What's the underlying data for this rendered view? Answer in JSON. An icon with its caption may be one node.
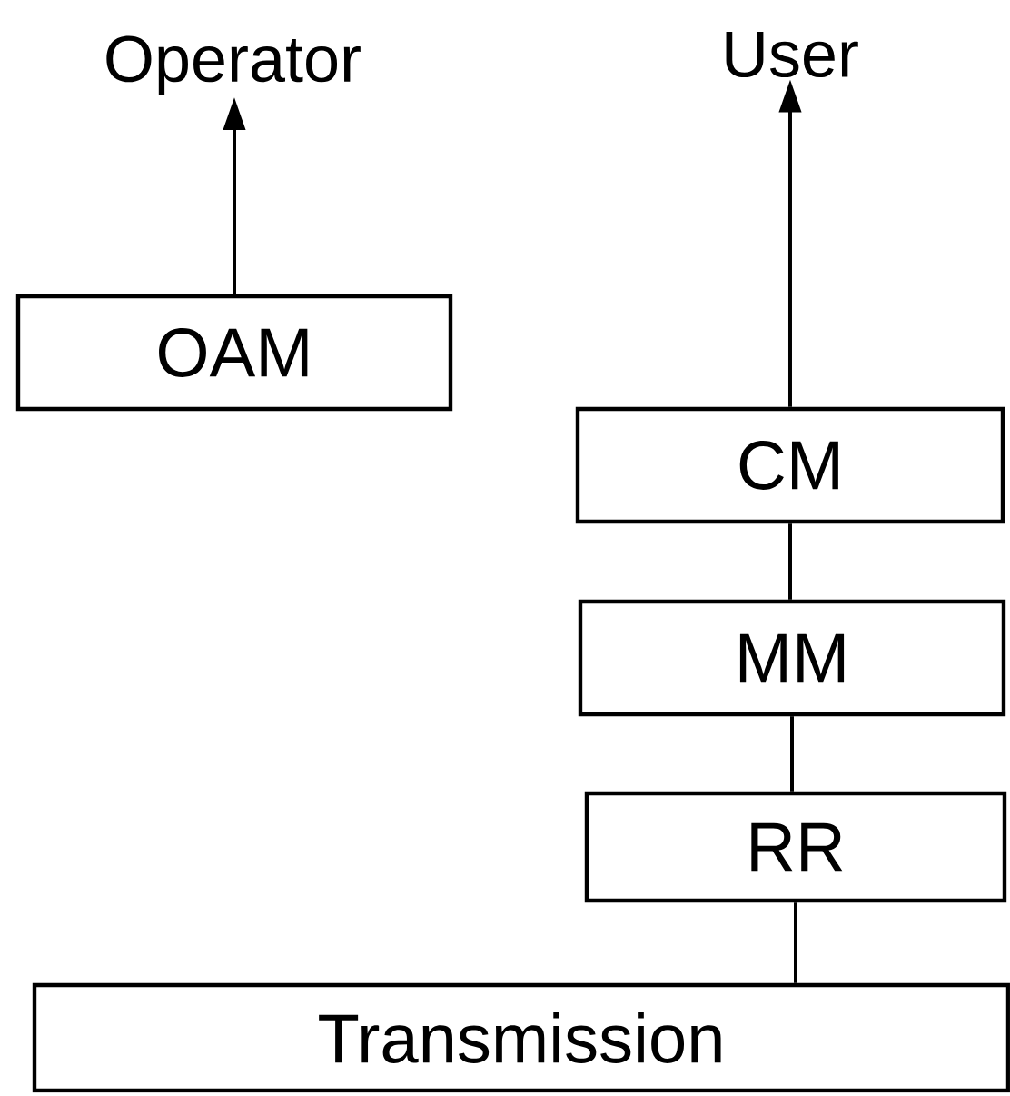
{
  "diagram": {
    "nodes": [
      {
        "text": [
          "Operator"
        ]
      },
      {
        "text": [
          "User"
        ]
      },
      {
        "text": [
          "OAM"
        ]
      },
      {
        "text": [
          "CM"
        ]
      },
      {
        "text": [
          "MM"
        ]
      },
      {
        "text": [
          "RR"
        ]
      },
      {
        "text": [
          "Transmission"
        ]
      }
    ],
    "edges": [
      {
        "from": 2,
        "to": 0,
        "arrow": "to"
      },
      {
        "from": 3,
        "to": 1,
        "arrow": "to"
      },
      {
        "from": 3,
        "to": 4,
        "arrow": "none"
      },
      {
        "from": 4,
        "to": 5,
        "arrow": "none"
      },
      {
        "from": 5,
        "to": 6,
        "arrow": "none"
      }
    ]
  }
}
